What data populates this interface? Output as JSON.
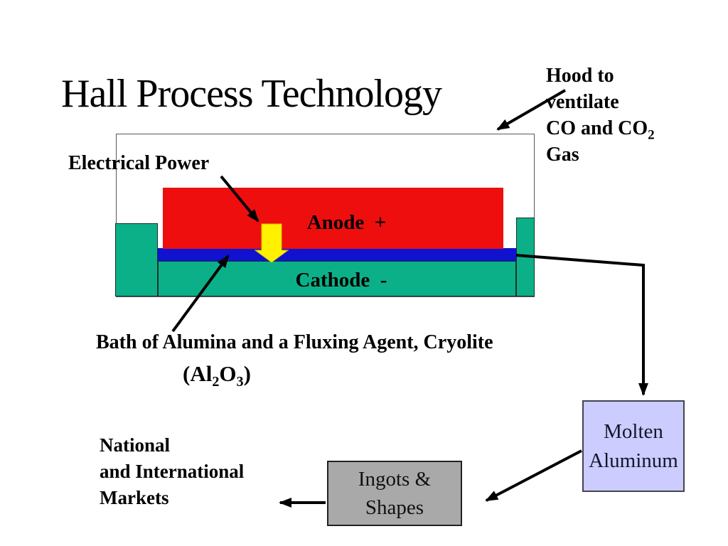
{
  "title": "Hall Process Technology",
  "hood_label": {
    "line1": "Hood to",
    "line2": "ventilate",
    "line3_main": "CO and CO",
    "line3_sub": "2",
    "line4": "Gas"
  },
  "electrical_power_label": "Electrical Power",
  "anode_label": "Anode  +",
  "cathode_label": "Cathode  -",
  "bath_label": "Bath of Alumina and a Fluxing Agent, Cryolite",
  "formula": {
    "part1": "(Al",
    "sub1": "2",
    "part2": "O",
    "sub2": "3",
    "part3": ")"
  },
  "markets_label": {
    "line1": "National",
    "line2": "and International",
    "line3": "Markets"
  },
  "molten_box": {
    "line1": "Molten",
    "line2": "Aluminum"
  },
  "ingots_box": {
    "line1": "Ingots &",
    "line2": "Shapes"
  },
  "colors": {
    "anode_red": "#ee0e0e",
    "bath_blue": "#1111d0",
    "cathode_green": "#0cb088",
    "current_arrow_yellow": "#fff100",
    "molten_lavender": "#ccccff",
    "ingots_gray": "#a9a9a9",
    "connector_black": "#000000"
  }
}
